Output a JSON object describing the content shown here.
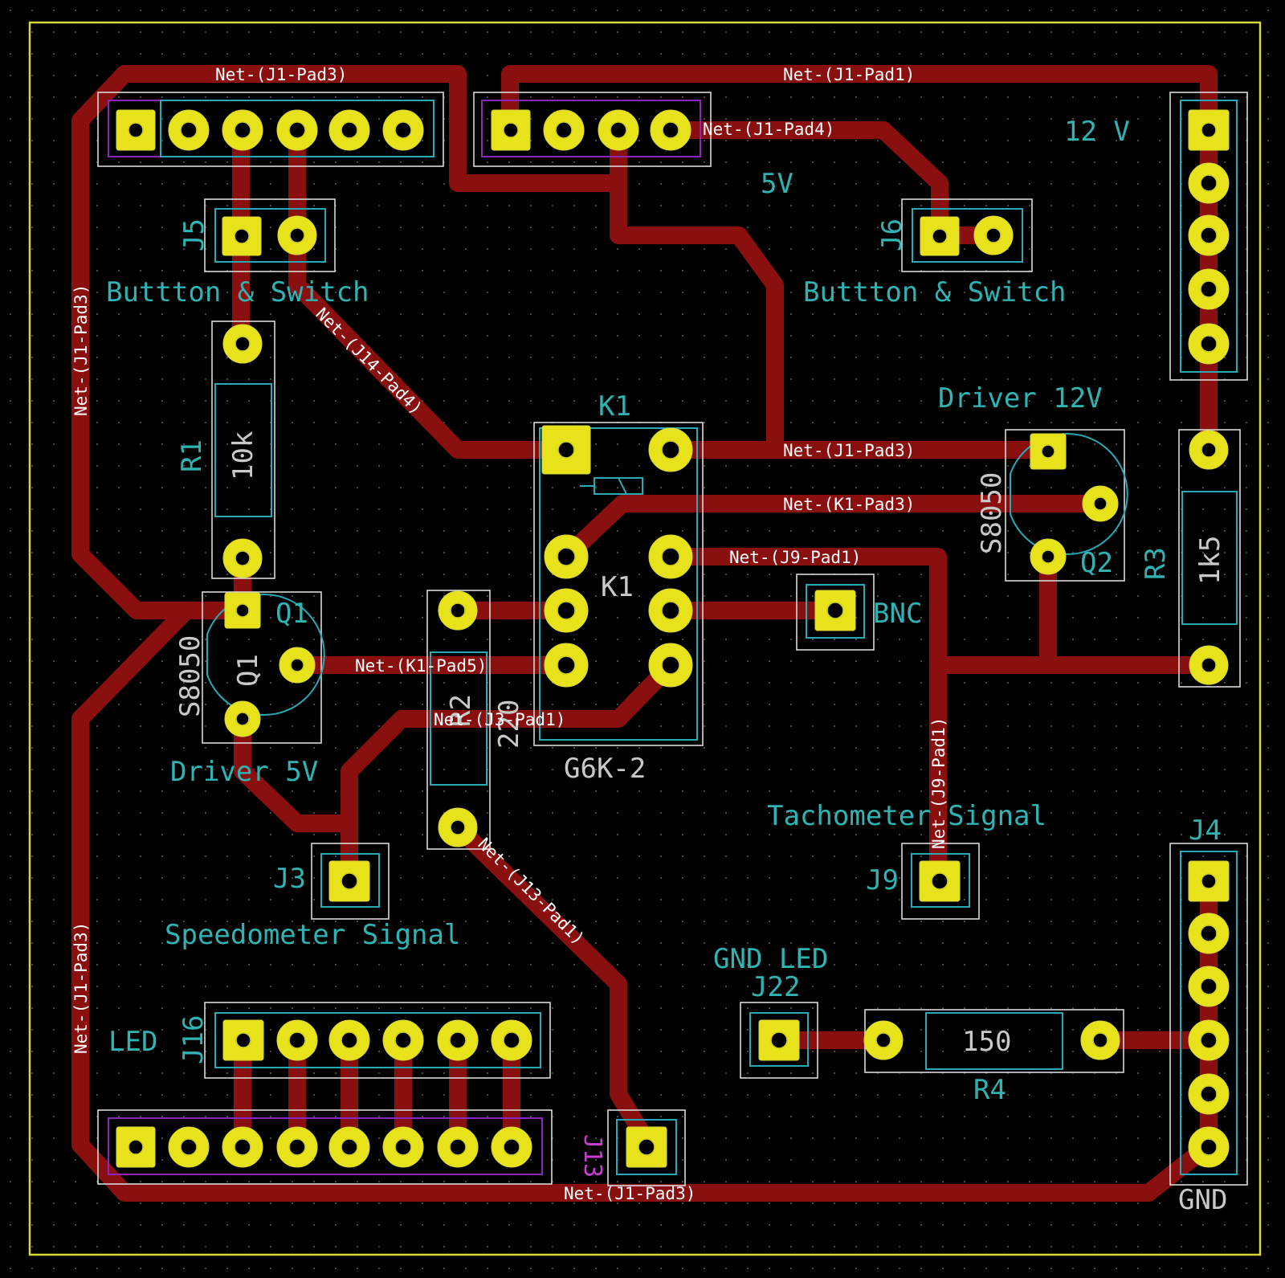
{
  "board": {
    "background": "#000000",
    "edge_color": "#d8d83a",
    "trace_color": "#8a0f0f",
    "pad_color": "#e8e21a",
    "silkscreen_color": "#2fb3b3"
  },
  "labels": {
    "j5_ref": "J5",
    "j5_val": "Buttton & Switch",
    "j6_ref": "J6",
    "j6_val": "Buttton & Switch",
    "five_v": "5V",
    "twelve_v": "12 V",
    "r1_ref": "R1",
    "r1_val": "10k",
    "k1_ref": "K1",
    "k1_body": "K1",
    "k1_val": "G6K-2",
    "driver12": "Driver 12V",
    "q2_part": "S8050",
    "q2_ref": "Q2",
    "r3_ref": "R3",
    "r3_val": "1k5",
    "q1_ref": "Q1",
    "q1_body": "Q1",
    "q1_part": "S8050",
    "driver5": "Driver 5V",
    "r2_val": "220",
    "r2_body": "R2",
    "bnc": "BNC",
    "j3_ref": "J3",
    "speedo": "Speedometer Signal",
    "tacho": "Tachometer Signal",
    "j9_ref": "J9",
    "j4_ref": "J4",
    "gnd_led": "GND LED",
    "j22_ref": "J22",
    "r4_val": "150",
    "r4_ref": "R4",
    "led": "LED",
    "j16_ref": "J16",
    "j13_ref": "J13",
    "gnd": "GND"
  },
  "nets": {
    "top_left": "Net-(J1-Pad3)",
    "top_right": "Net-(J1-Pad1)",
    "pad4": "Net-(J1-Pad4)",
    "left_upper": "Net-(J1-Pad3)",
    "left_lower": "Net-(J1-Pad3)",
    "j14": "Net-(J14-Pad4)",
    "k1_pad3_mid": "Net-(J1-Pad3)",
    "k1_pad3": "Net-(K1-Pad3)",
    "j9_h": "Net-(J9-Pad1)",
    "j9_v": "Net-(J9-Pad1)",
    "k1_pad5": "Net-(K1-Pad5)",
    "j3": "Net-(J3-Pad1)",
    "j13": "Net-(J13-Pad1)",
    "bottom": "Net-(J1-Pad3)"
  }
}
